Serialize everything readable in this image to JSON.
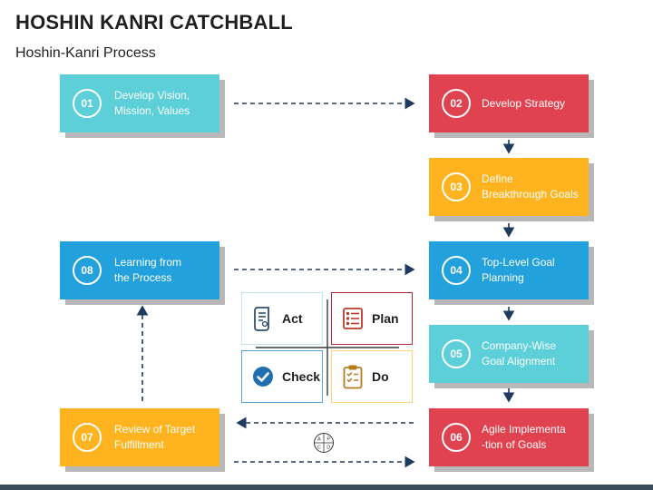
{
  "header": {
    "title": "HOSHIN KANRI CATCHBALL",
    "subtitle": "Hoshin-Kanri Process"
  },
  "steps": [
    {
      "num": "01",
      "label": "Develop Vision,\nMission, Values",
      "color": "#5ccfd9"
    },
    {
      "num": "02",
      "label": "Develop Strategy",
      "color": "#e0424f"
    },
    {
      "num": "03",
      "label": "Define\nBreakthrough Goals",
      "color": "#ffb31f"
    },
    {
      "num": "04",
      "label": "Top-Level Goal\nPlanning",
      "color": "#22a1dd"
    },
    {
      "num": "05",
      "label": "Company-Wise\nGoal Alignment",
      "color": "#5ccfd9"
    },
    {
      "num": "06",
      "label": "Agile Implementa\n-tion of Goals",
      "color": "#e0424f"
    },
    {
      "num": "07",
      "label": "Review of Target\nFulfillment",
      "color": "#ffb31f"
    },
    {
      "num": "08",
      "label": "Learning from\nthe Process",
      "color": "#22a1dd"
    }
  ],
  "pdca": {
    "act": {
      "label": "Act",
      "icon": "scroll-icon",
      "color": "#2f4f6f"
    },
    "plan": {
      "label": "Plan",
      "icon": "checklist-icon",
      "color": "#c0392b"
    },
    "check": {
      "label": "Check",
      "icon": "checkmark-icon",
      "color": "#1f6fb0"
    },
    "do": {
      "label": "Do",
      "icon": "clipboard-icon",
      "color": "#b87b1e"
    }
  },
  "cycle_icon": {
    "letters": [
      "A",
      "P",
      "C",
      "D"
    ]
  }
}
